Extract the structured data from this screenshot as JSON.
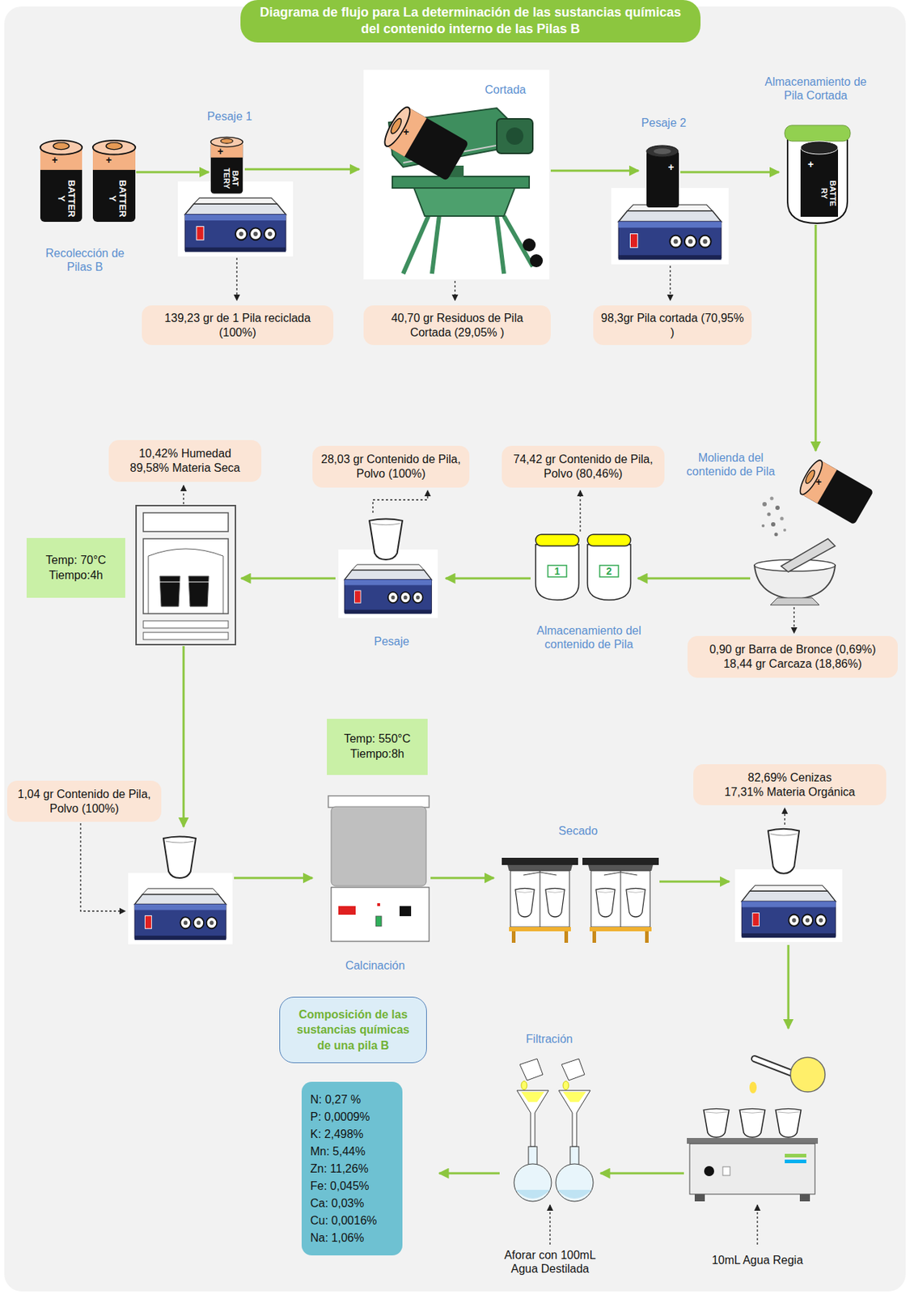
{
  "diagram": {
    "title": "Diagrama de flujo para La determinación de las sustancias químicas del contenido interno de las Pilas B",
    "nodes": [
      {
        "text": [
          "139,23 gr de 1 Pila reciclada (100%)"
        ]
      },
      {
        "text": [
          "40,70 gr Residuos de Pila Cortada (29,05% )"
        ]
      },
      {
        "text": [
          "98,3gr Pila cortada (70,95% )"
        ]
      },
      {
        "text": [
          "10,42% Humedad",
          "89,58% Materia Seca"
        ]
      },
      {
        "text": [
          "28,03 gr Contenido de Pila, Polvo (100%)"
        ]
      },
      {
        "text": [
          "74,42 gr Contenido de Pila, Polvo (80,46%)"
        ]
      },
      {
        "text": [
          "Temp: 70°C",
          "Tiempo:4h"
        ]
      },
      {
        "text": [
          "0,90 gr Barra de Bronce (0,69%)",
          "18,44 gr Carcaza (18,86%)"
        ]
      },
      {
        "text": [
          "Temp: 550°C",
          "Tiempo:8h"
        ]
      },
      {
        "text": [
          "1,04 gr Contenido de Pila, Polvo (100%)"
        ]
      },
      {
        "text": [
          "82,69% Cenizas",
          "17,31% Materia Orgánica"
        ]
      },
      {
        "text": [
          "Composición de las sustancias químicas de una pila B"
        ]
      },
      {
        "text": [
          "N: 0,27 %",
          "P: 0,0009%",
          "K: 2,498%",
          "Mn: 5,44%",
          "Zn: 11,26%",
          "Fe: 0,045%",
          "Ca: 0,03%",
          "Cu: 0,0016%",
          "Na: 1,06%"
        ]
      }
    ],
    "labels": [
      "Recolección de Pilas B",
      "Pesaje 1",
      "Cortada",
      "Pesaje 2",
      "Almacenamiento de Pila Cortada",
      "Molienda del contenido de Pila",
      "Almacenamiento del contenido de Pila",
      "Pesaje",
      "Calcinación",
      "Secado",
      "Filtración",
      "Aforar con 100mL Agua Destilada",
      "10mL Agua Regia",
      "BATTER Y",
      "BATTER Y",
      "BAT TERY",
      "BATTE RY",
      "1",
      "2",
      "+",
      "+",
      "+",
      "+",
      "+",
      "+",
      "+"
    ]
  }
}
